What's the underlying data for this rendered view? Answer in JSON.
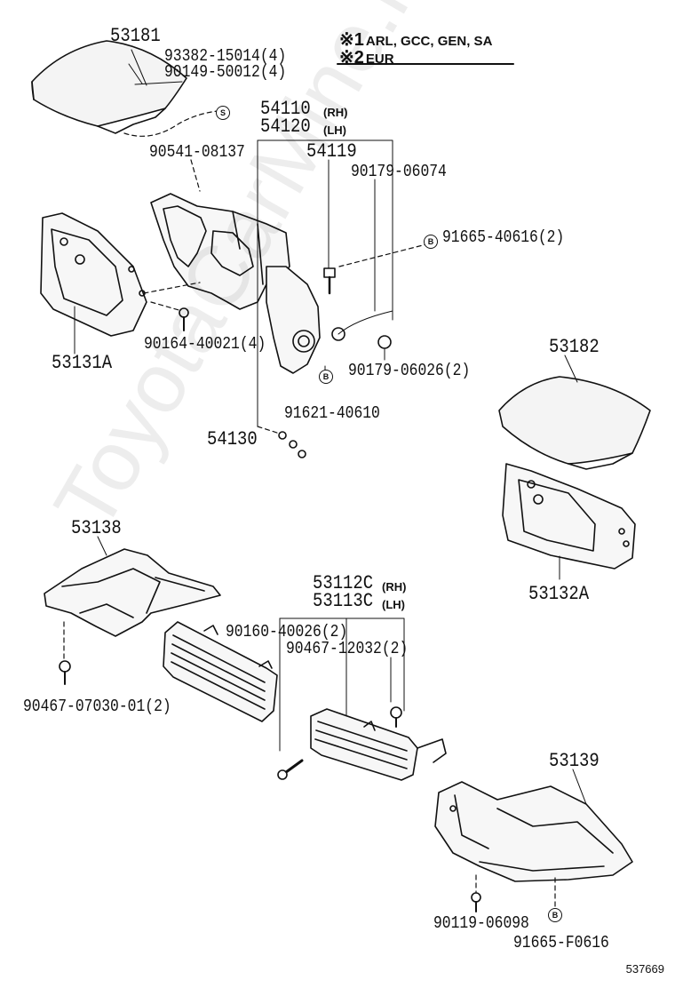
{
  "legend": {
    "line1_mark": "※1",
    "line1_text": "ARL, GCC, GEN, SA",
    "line2_mark": "※2",
    "line2_text": "EUR"
  },
  "parts": {
    "p53181": "53181",
    "p93382": "93382-15014(4)",
    "p90149": "90149-50012(4)",
    "p54110": "54110",
    "p54110_side": "(RH)",
    "p54120": "54120",
    "p54120_side": "(LH)",
    "p90541": "90541-08137",
    "p54119": "54119",
    "p90179a": "90179-06074",
    "p91665a": "91665-40616(2)",
    "p53131A": "53131A",
    "p90164": "90164-40021(4)",
    "p90179b": "90179-06026(2)",
    "p91621": "91621-40610",
    "p54130": "54130",
    "p53182": "53182",
    "p53132A": "53132A",
    "p53138": "53138",
    "p53112C": "53112C",
    "p53112C_side": "(RH)",
    "p53113C": "53113C",
    "p53113C_side": "(LH)",
    "p90160": "90160-40026(2)",
    "p90467a": "90467-12032(2)",
    "p90467b": "90467-07030-01(2)",
    "p53139": "53139",
    "p90119": "90119-06098",
    "p91665b": "91665-F0616"
  },
  "markers": {
    "s": "S",
    "b": "B"
  },
  "watermark": "ToyotaCarMine.ru",
  "ref_number": "537669"
}
